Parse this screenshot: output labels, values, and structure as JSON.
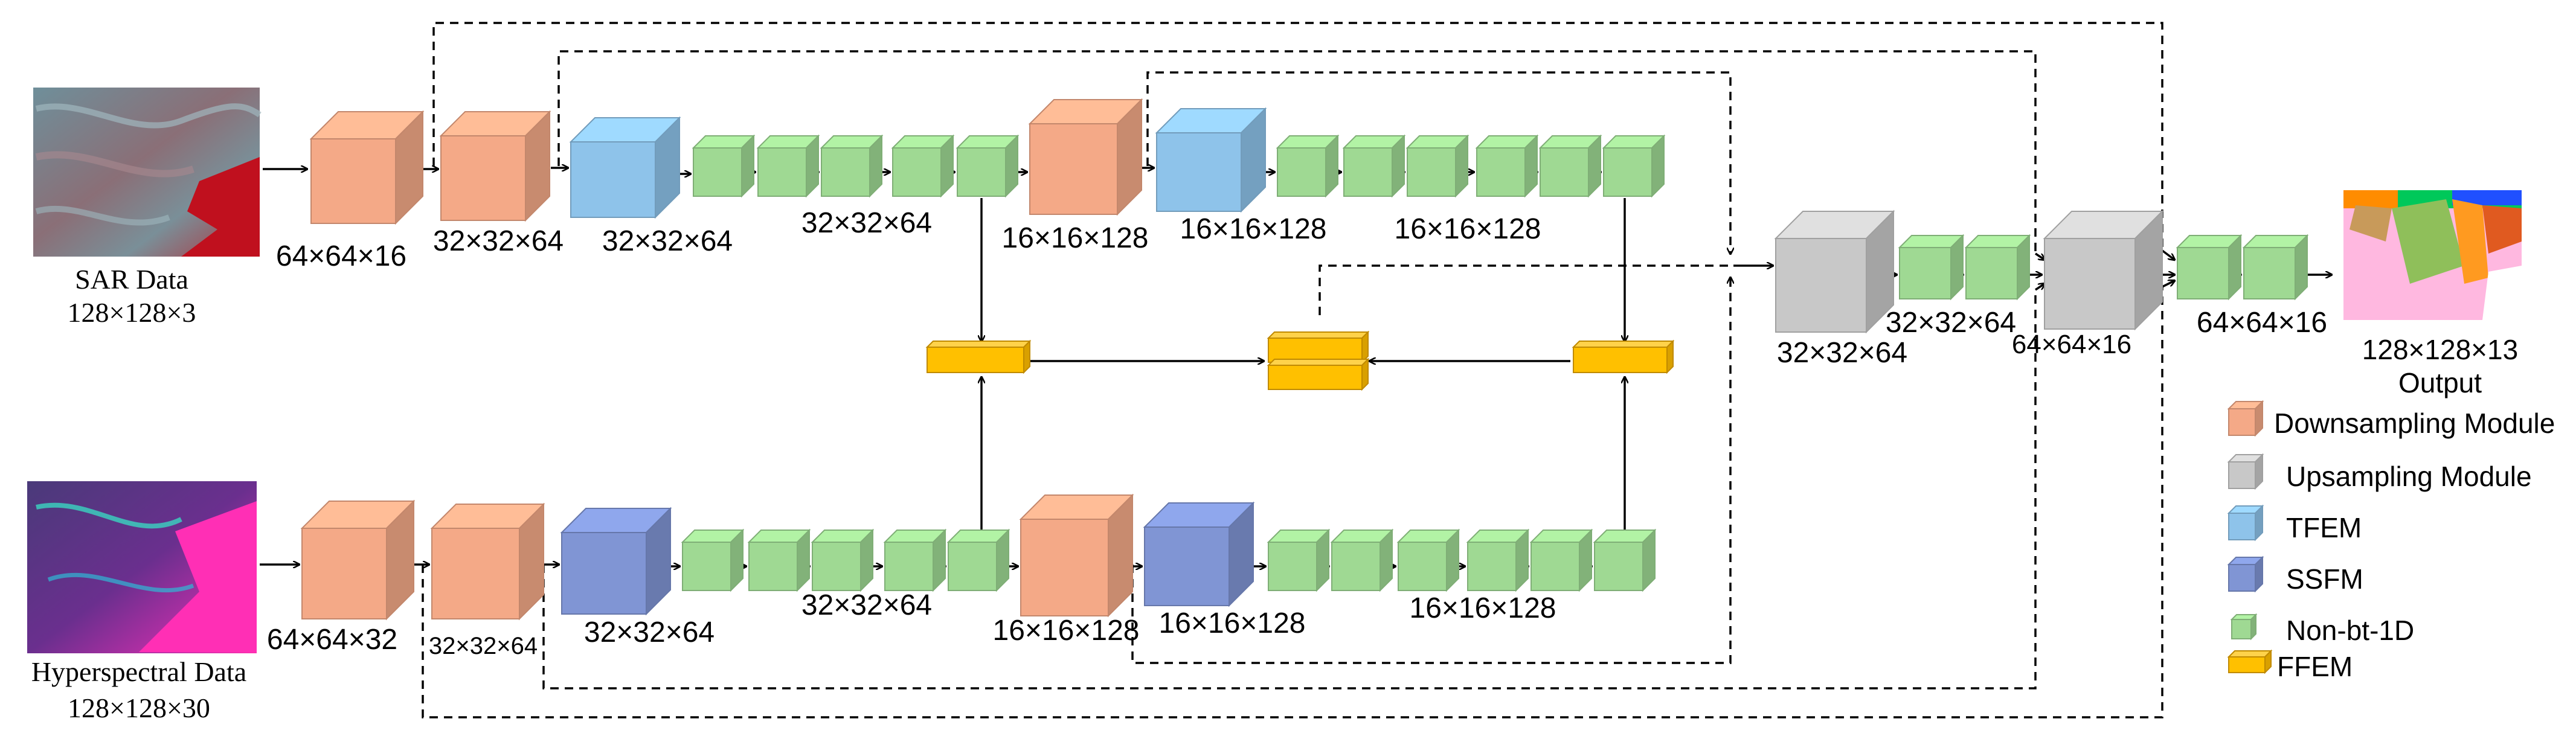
{
  "inputs": {
    "sar": {
      "title": "SAR Data",
      "dims": "128×128×3"
    },
    "hsi": {
      "title": "Hyperspectral Data",
      "dims": "128×128×30"
    }
  },
  "top_labels": {
    "d1": "64×64×16",
    "d2": "32×32×64",
    "tfem1": "32×32×64",
    "nb1": "32×32×64",
    "d3": "16×16×128",
    "tfem2": "16×16×128",
    "nb2": "16×16×128"
  },
  "bottom_labels": {
    "d1": "64×64×32",
    "d2": "32×32×64",
    "ssfm1": "32×32×64",
    "nb1": "32×32×64",
    "d3": "16×16×128",
    "ssfm2": "16×16×128",
    "nb2": "16×16×128"
  },
  "decoder_labels": {
    "up1": "32×32×64",
    "nb1": "32×32×64",
    "up2": "64×64×16",
    "nb2": "64×64×16"
  },
  "output": {
    "dims": "128×128×13",
    "title": "Output"
  },
  "legend": [
    {
      "label": "Downsampling Module",
      "kind": "downsampling"
    },
    {
      "label": "Upsampling Module",
      "kind": "upsampling"
    },
    {
      "label": "TFEM",
      "kind": "tfem"
    },
    {
      "label": "SSFM",
      "kind": "ssfm"
    },
    {
      "label": "Non-bt-1D",
      "kind": "nonbt"
    },
    {
      "label": "FFEM",
      "kind": "ffem"
    }
  ],
  "colors": {
    "downsampling": "#F4A987",
    "upsampling": "#C8C8C8",
    "tfem": "#8EC3EA",
    "ssfm": "#8095D4",
    "nonbt": "#9FD993",
    "ffem": "#FFC000"
  }
}
